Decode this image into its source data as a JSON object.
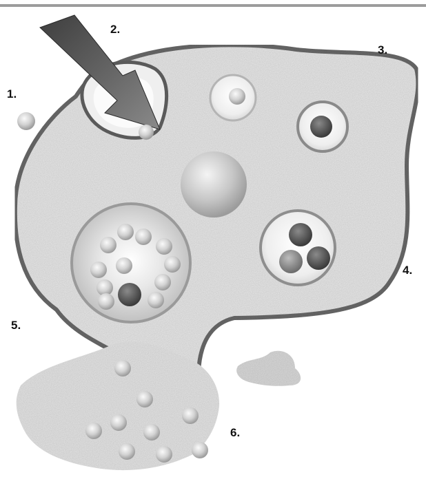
{
  "diagram": {
    "labels": [
      {
        "id": "1",
        "text": "1."
      },
      {
        "id": "2",
        "text": "2."
      },
      {
        "id": "3",
        "text": "3."
      },
      {
        "id": "4",
        "text": "4."
      },
      {
        "id": "5",
        "text": "5."
      },
      {
        "id": "6",
        "text": "6."
      }
    ]
  }
}
